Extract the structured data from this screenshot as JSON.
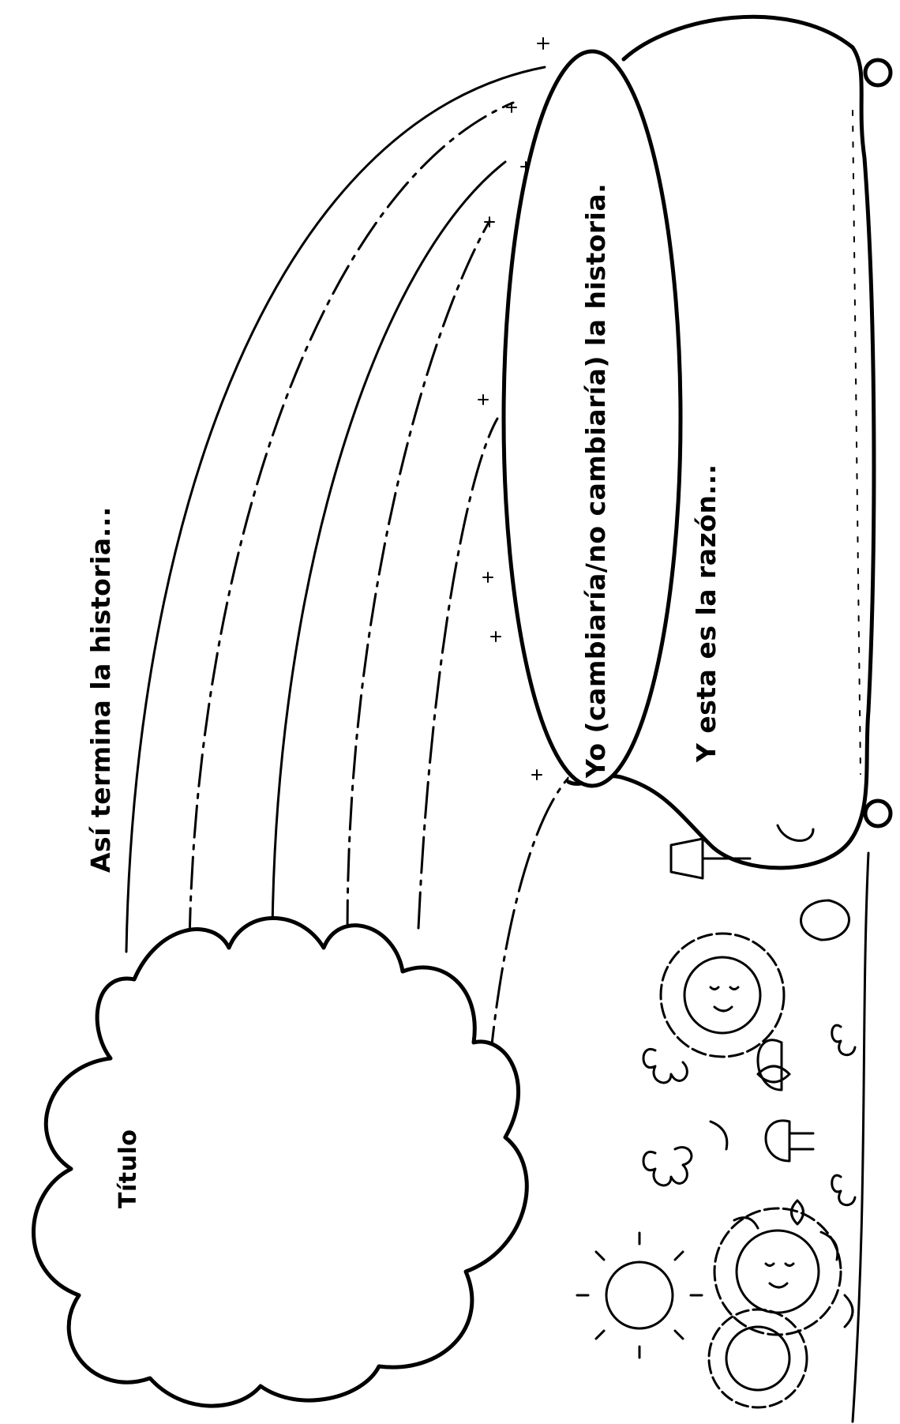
{
  "worksheet": {
    "cloud": {
      "title_label": "Título"
    },
    "rainbow": {
      "ending_prompt": "Así termina la historia..."
    },
    "pot": {
      "change_prompt": "Yo (cambiaría/no cambiaría) la historia.",
      "reason_prompt": "Y esta es la razón..."
    }
  },
  "colors": {
    "ink": "#000000",
    "paper": "#ffffff"
  }
}
